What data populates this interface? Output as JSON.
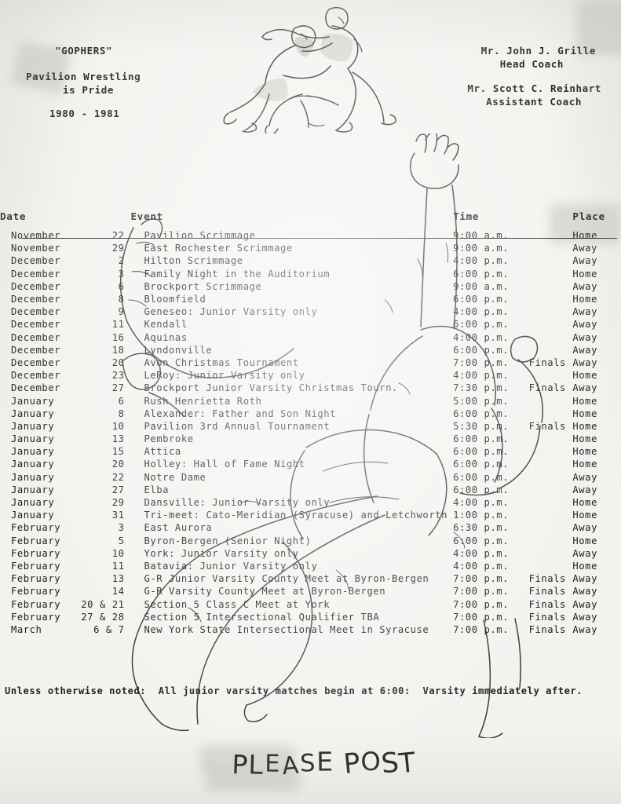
{
  "document": {
    "type": "wrestling-schedule-poster",
    "paper_color": "#f3f2ef",
    "ink_color": "#1d1c1b"
  },
  "header": {
    "team_nickname": "\"GOPHERS\"",
    "motto_line1": "Pavilion Wrestling",
    "motto_line2": "is Pride",
    "season": "1980 - 1981",
    "head_coach_name": "Mr. John J. Grille",
    "head_coach_title": "Head Coach",
    "assistant_coach_name": "Mr. Scott C. Reinhart",
    "assistant_coach_title": "Assistant Coach"
  },
  "table": {
    "columns": [
      "Date",
      "Event",
      "Time",
      "Place"
    ],
    "rows": [
      {
        "month": "November",
        "day": "22",
        "event": "Pavilion Scrimmage",
        "time": "9:00 a.m.",
        "note": "",
        "place": "Home"
      },
      {
        "month": "November",
        "day": "29",
        "event": "East Rochester Scrimmage",
        "time": "9:00 a.m.",
        "note": "",
        "place": "Away"
      },
      {
        "month": "December",
        "day": "2",
        "event": "Hilton Scrimmage",
        "time": "4:00 p.m.",
        "note": "",
        "place": "Away"
      },
      {
        "month": "December",
        "day": "3",
        "event": "Family Night in the Auditorium",
        "time": "6:00 p.m.",
        "note": "",
        "place": "Home"
      },
      {
        "month": "December",
        "day": "6",
        "event": "Brockport Scrimmage",
        "time": "9:00 a.m.",
        "note": "",
        "place": "Away"
      },
      {
        "month": "December",
        "day": "8",
        "event": "Bloomfield",
        "time": "6:00 p.m.",
        "note": "",
        "place": "Home"
      },
      {
        "month": "December",
        "day": "9",
        "event": "Geneseo:  Junior Varsity only",
        "time": "4:00 p.m.",
        "note": "",
        "place": "Away"
      },
      {
        "month": "December",
        "day": "11",
        "event": "Kendall",
        "time": "6:00 p.m.",
        "note": "",
        "place": "Away"
      },
      {
        "month": "December",
        "day": "16",
        "event": "Aquinas",
        "time": "4:00 p.m.",
        "note": "",
        "place": "Away"
      },
      {
        "month": "December",
        "day": "18",
        "event": "Lyndonville",
        "time": "6:00 p.m.",
        "note": "",
        "place": "Away"
      },
      {
        "month": "December",
        "day": "20",
        "event": "Avon Christmas Tournament",
        "time": "7:00 p.m.",
        "note": "Finals",
        "place": "Away"
      },
      {
        "month": "December",
        "day": "23",
        "event": "LeRoy:  Junior Varsity only",
        "time": "4:00 p.m.",
        "note": "",
        "place": "Home"
      },
      {
        "month": "December",
        "day": "27",
        "event": "Brockport Junior Varsity Christmas Tourn.",
        "time": "7:30 p.m.",
        "note": "Finals",
        "place": "Away"
      },
      {
        "month": "January",
        "day": "6",
        "event": "Rush Henrietta Roth",
        "time": "5:00 p.m.",
        "note": "",
        "place": "Home"
      },
      {
        "month": "January",
        "day": "8",
        "event": "Alexander:  Father and Son Night",
        "time": "6:00 p.m.",
        "note": "",
        "place": "Home"
      },
      {
        "month": "January",
        "day": "10",
        "event": "Pavilion 3rd Annual Tournament",
        "time": "5:30 p.m.",
        "note": "Finals",
        "place": "Home"
      },
      {
        "month": "January",
        "day": "13",
        "event": "Pembroke",
        "time": "6:00 p.m.",
        "note": "",
        "place": "Home"
      },
      {
        "month": "January",
        "day": "15",
        "event": "Attica",
        "time": "6:00 p.m.",
        "note": "",
        "place": "Home"
      },
      {
        "month": "January",
        "day": "20",
        "event": "Holley:  Hall of Fame Night",
        "time": "6:00 p.m.",
        "note": "",
        "place": "Home"
      },
      {
        "month": "January",
        "day": "22",
        "event": "Notre Dame",
        "time": "6:00 p.m.",
        "note": "",
        "place": "Away"
      },
      {
        "month": "January",
        "day": "27",
        "event": "Elba",
        "time": "6:00 p.m.",
        "note": "",
        "place": "Away"
      },
      {
        "month": "January",
        "day": "29",
        "event": "Dansville:  Junior Varsity only",
        "time": "4:00 p.m.",
        "note": "",
        "place": "Home"
      },
      {
        "month": "January",
        "day": "31",
        "event": "Tri-meet:  Cato-Meridian (Syracuse) and Letchworth",
        "time": "1:00 p.m.",
        "note": "",
        "place": "Home"
      },
      {
        "month": "February",
        "day": "3",
        "event": "East Aurora",
        "time": "6:30 p.m.",
        "note": "",
        "place": "Away"
      },
      {
        "month": "February",
        "day": "5",
        "event": "Byron-Bergen (Senior Night)",
        "time": "6:00 p.m.",
        "note": "",
        "place": "Home"
      },
      {
        "month": "February",
        "day": "10",
        "event": "York:  Junior Varsity only",
        "time": "4:00 p.m.",
        "note": "",
        "place": "Away"
      },
      {
        "month": "February",
        "day": "11",
        "event": "Batavia:  Junior Varsity only",
        "time": "4:00 p.m.",
        "note": "",
        "place": "Home"
      },
      {
        "month": "February",
        "day": "13",
        "event": "G-R Junior Varsity County Meet at Byron-Bergen",
        "time": "7:00 p.m.",
        "note": "Finals",
        "place": "Away"
      },
      {
        "month": "February",
        "day": "14",
        "event": "G-R Varsity County Meet at Byron-Bergen",
        "time": "7:00 p.m.",
        "note": "Finals",
        "place": "Away"
      },
      {
        "month": "February",
        "day": "20 & 21",
        "event": "Section 5 Class C Meet at York",
        "time": "7:00 p.m.",
        "note": "Finals",
        "place": "Away"
      },
      {
        "month": "February",
        "day": "27 & 28",
        "event": "Section 5 Intersectional Qualifier TBA",
        "time": "7:00 p.m.",
        "note": "Finals",
        "place": "Away"
      },
      {
        "month": "March",
        "day": "6 & 7",
        "event": "New York State Intersectional Meet in Syracuse",
        "time": "7:00 p.m.",
        "note": "Finals",
        "place": "Away"
      }
    ]
  },
  "footer": {
    "note": "Unless otherwise noted:  All junior varsity matches begin at 6:00:  Varsity immediately after.",
    "stamp_text": "PLEASE POST"
  },
  "artwork": {
    "top_illustration": "two-wrestlers-standing-takedown-line-drawing",
    "background_illustration": "large-faint-wrestler-inverted-line-drawing-overlay"
  }
}
